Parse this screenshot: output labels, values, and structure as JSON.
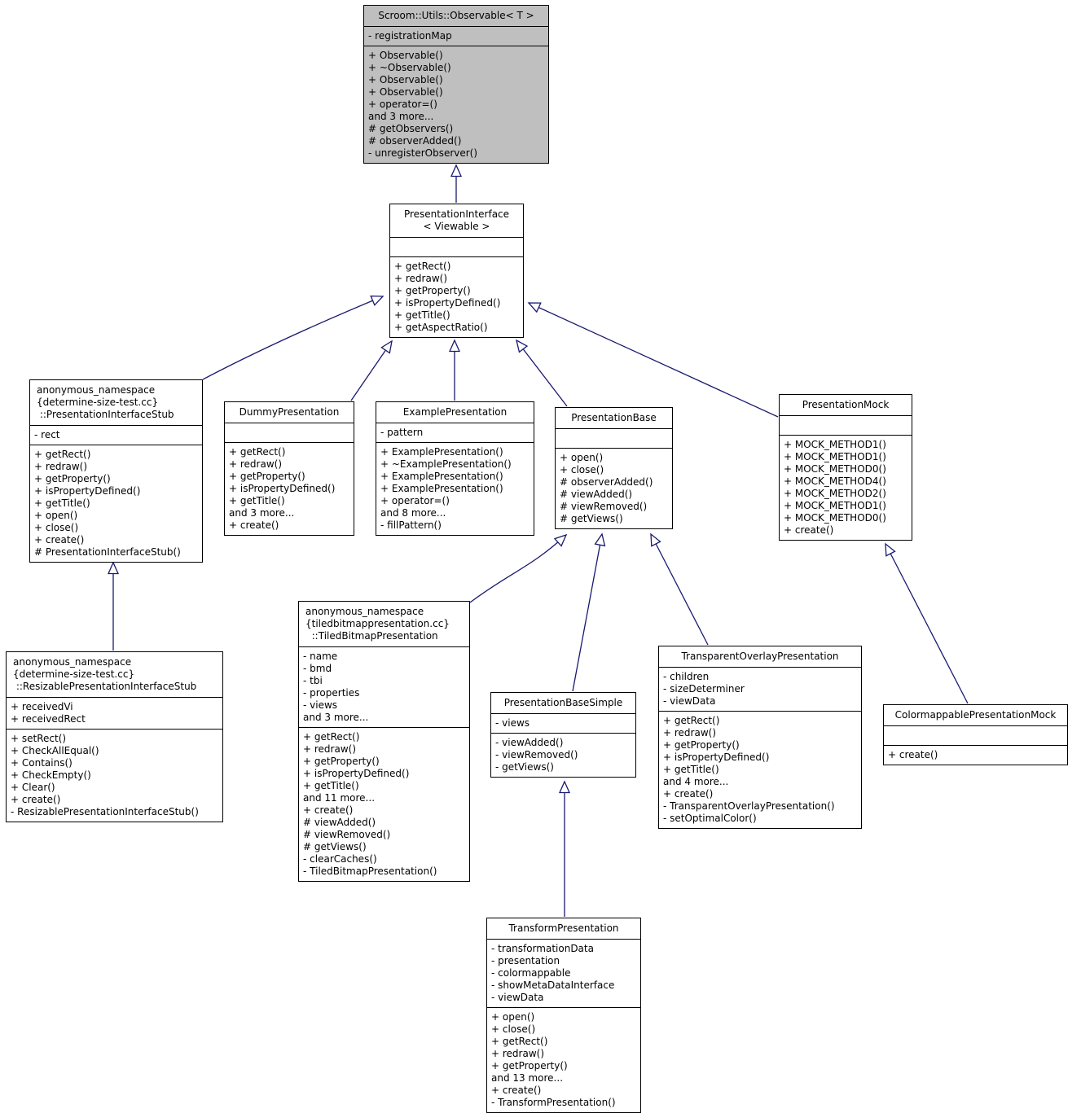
{
  "colors": {
    "edge": "#191970",
    "node_border": "#000000",
    "node_fill": "#ffffff",
    "highlight_node_fill": "#bfbfbf"
  },
  "classes": {
    "observable": {
      "name": "Scroom::Utils::Observable< T >",
      "fields": [
        "- registrationMap"
      ],
      "methods": [
        "+ Observable()",
        "+ ~Observable()",
        "+ Observable()",
        "+ Observable()",
        "+ operator=()",
        "and 3 more...",
        "# getObservers()",
        "# observerAdded()",
        "- unregisterObserver()"
      ]
    },
    "presentation_interface": {
      "name": "PresentationInterface\n< Viewable >",
      "fields": [],
      "methods": [
        "+ getRect()",
        "+ redraw()",
        "+ getProperty()",
        "+ isPropertyDefined()",
        "+ getTitle()",
        "+ getAspectRatio()"
      ]
    },
    "presentation_interface_stub": {
      "name": "anonymous_namespace\n{determine-size-test.cc}\n ::PresentationInterfaceStub",
      "fields": [
        "- rect"
      ],
      "methods": [
        "+ getRect()",
        "+ redraw()",
        "+ getProperty()",
        "+ isPropertyDefined()",
        "+ getTitle()",
        "+ open()",
        "+ close()",
        "+ create()",
        "# PresentationInterfaceStub()"
      ]
    },
    "dummy_presentation": {
      "name": "DummyPresentation",
      "fields": [],
      "methods": [
        "+ getRect()",
        "+ redraw()",
        "+ getProperty()",
        "+ isPropertyDefined()",
        "+ getTitle()",
        "and 3 more...",
        "+ create()"
      ]
    },
    "example_presentation": {
      "name": "ExamplePresentation",
      "fields": [
        "- pattern"
      ],
      "methods": [
        "+ ExamplePresentation()",
        "+ ~ExamplePresentation()",
        "+ ExamplePresentation()",
        "+ ExamplePresentation()",
        "+ operator=()",
        "and 8 more...",
        "- fillPattern()"
      ]
    },
    "presentation_base": {
      "name": "PresentationBase",
      "fields": [],
      "methods": [
        "+ open()",
        "+ close()",
        "# observerAdded()",
        "# viewAdded()",
        "# viewRemoved()",
        "# getViews()"
      ]
    },
    "presentation_mock": {
      "name": "PresentationMock",
      "fields": [],
      "methods": [
        "+ MOCK_METHOD1()",
        "+ MOCK_METHOD1()",
        "+ MOCK_METHOD0()",
        "+ MOCK_METHOD4()",
        "+ MOCK_METHOD2()",
        "+ MOCK_METHOD1()",
        "+ MOCK_METHOD0()",
        "+ create()"
      ]
    },
    "resizable_presentation_interface_stub": {
      "name": "anonymous_namespace\n{determine-size-test.cc}\n ::ResizablePresentationInterfaceStub",
      "fields": [
        "+ receivedVi",
        "+ receivedRect"
      ],
      "methods": [
        "+ setRect()",
        "+ CheckAllEqual()",
        "+ Contains()",
        "+ CheckEmpty()",
        "+ Clear()",
        "+ create()",
        "- ResizablePresentationInterfaceStub()"
      ]
    },
    "tiled_bitmap_presentation": {
      "name": "anonymous_namespace\n{tiledbitmappresentation.cc}\n  ::TiledBitmapPresentation",
      "fields": [
        "- name",
        "- bmd",
        "- tbi",
        "- properties",
        "- views",
        "and 3 more..."
      ],
      "methods": [
        "+ getRect()",
        "+ redraw()",
        "+ getProperty()",
        "+ isPropertyDefined()",
        "+ getTitle()",
        "and 11 more...",
        "+ create()",
        "# viewAdded()",
        "# viewRemoved()",
        "# getViews()",
        "- clearCaches()",
        "- TiledBitmapPresentation()"
      ]
    },
    "presentation_base_simple": {
      "name": "PresentationBaseSimple",
      "fields": [
        "- views"
      ],
      "methods": [
        "- viewAdded()",
        "- viewRemoved()",
        "- getViews()"
      ]
    },
    "transparent_overlay_presentation": {
      "name": "TransparentOverlayPresentation",
      "fields": [
        "- children",
        "- sizeDeterminer",
        "- viewData"
      ],
      "methods": [
        "+ getRect()",
        "+ redraw()",
        "+ getProperty()",
        "+ isPropertyDefined()",
        "+ getTitle()",
        "and 4 more...",
        "+ create()",
        "- TransparentOverlayPresentation()",
        "- setOptimalColor()"
      ]
    },
    "colormappable_presentation_mock": {
      "name": "ColormappablePresentationMock",
      "fields": [],
      "methods": [
        "+ create()"
      ]
    },
    "transform_presentation": {
      "name": "TransformPresentation",
      "fields": [
        "- transformationData",
        "- presentation",
        "- colormappable",
        "- showMetaDataInterface",
        "- viewData"
      ],
      "methods": [
        "+ open()",
        "+ close()",
        "+ getRect()",
        "+ redraw()",
        "+ getProperty()",
        "and 13 more...",
        "+ create()",
        "- TransformPresentation()"
      ]
    }
  },
  "edges": [
    {
      "from": "PresentationInterface< Viewable >",
      "to": "Scroom::Utils::Observable< T >",
      "type": "inheritance"
    },
    {
      "from": "anonymous_namespace{determine-size-test.cc}::PresentationInterfaceStub",
      "to": "PresentationInterface< Viewable >",
      "type": "inheritance"
    },
    {
      "from": "DummyPresentation",
      "to": "PresentationInterface< Viewable >",
      "type": "inheritance"
    },
    {
      "from": "ExamplePresentation",
      "to": "PresentationInterface< Viewable >",
      "type": "inheritance"
    },
    {
      "from": "PresentationBase",
      "to": "PresentationInterface< Viewable >",
      "type": "inheritance"
    },
    {
      "from": "PresentationMock",
      "to": "PresentationInterface< Viewable >",
      "type": "inheritance"
    },
    {
      "from": "anonymous_namespace{determine-size-test.cc}::ResizablePresentationInterfaceStub",
      "to": "anonymous_namespace{determine-size-test.cc}::PresentationInterfaceStub",
      "type": "inheritance"
    },
    {
      "from": "anonymous_namespace{tiledbitmappresentation.cc}::TiledBitmapPresentation",
      "to": "PresentationBase",
      "type": "inheritance"
    },
    {
      "from": "PresentationBaseSimple",
      "to": "PresentationBase",
      "type": "inheritance"
    },
    {
      "from": "TransparentOverlayPresentation",
      "to": "PresentationBase",
      "type": "inheritance"
    },
    {
      "from": "ColormappablePresentationMock",
      "to": "PresentationMock",
      "type": "inheritance"
    },
    {
      "from": "TransformPresentation",
      "to": "PresentationBaseSimple",
      "type": "inheritance"
    }
  ]
}
